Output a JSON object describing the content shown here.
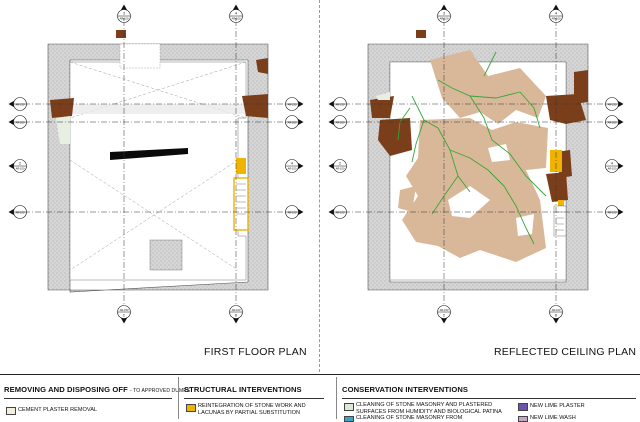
{
  "plans": [
    {
      "title": "FIRST FLOOR PLAN",
      "markers": {
        "top_a_num": "3",
        "top_a_ref": "AR-100",
        "top_a_letter": "E",
        "top_b_num": "4",
        "top_b_ref": "AR-100",
        "top_b_letter": "D",
        "left_1": "AR-210",
        "left_2": "AR-200",
        "left_3_num": "2",
        "left_3_ref": "AR-100",
        "left_4": "AR-100",
        "right_1": "AR-210",
        "right_2": "AR-200",
        "right_3_num": "4",
        "right_3_ref": "AR-100",
        "right_4": "AR-100",
        "bot_a_ref": "AR-150",
        "bot_a_letter": "C",
        "bot_b_ref": "AR-100",
        "bot_b_letter": "D"
      }
    },
    {
      "title": "REFLECTED CEILING PLAN",
      "markers": {
        "top_a_num": "3",
        "top_a_ref": "AR-100",
        "top_a_letter": "E",
        "top_b_num": "4",
        "top_b_ref": "AR-100",
        "top_b_letter": "D",
        "left_1": "AR-210",
        "left_2": "AR-200",
        "left_3_num": "2",
        "left_3_ref": "AR-100",
        "left_4": "AR-100",
        "right_1": "AR-210",
        "right_2": "AR-200",
        "right_3_num": "4",
        "right_3_ref": "AR-100",
        "right_4": "AR-100",
        "bot_a_ref": "AR-150",
        "bot_a_letter": "C",
        "bot_b_ref": "AR-100",
        "bot_b_letter": "D"
      }
    }
  ],
  "legend": {
    "removing": {
      "title": "REMOVING AND DISPOSING OFF",
      "subtitle": "- TO APPROVED DUMPS",
      "items": [
        {
          "label": "CEMENT PLASTER REMOVAL",
          "color": "#f2efe0"
        }
      ]
    },
    "structural": {
      "title": "STRUCTURAL INTERVENTIONS",
      "items": [
        {
          "label": "REINTEGRATION OF STONE WORK AND LACUNAS BY PARTIAL SUBSTITUTION",
          "color": "#f0b300"
        }
      ]
    },
    "conservation": {
      "title": "CONSERVATION  INTERVENTIONS",
      "items": [
        {
          "label": "CLEANING OF STONE MASONRY AND PLASTERED SURFACES FROM HUMIDITY AND BIOLOGICAL PATINA",
          "color": "#d9ead3"
        },
        {
          "label": "CLEANING OF STONE MASONRY FROM",
          "color": "#3fa5c8"
        },
        {
          "label": "NEW LIME PLASTER",
          "color": "#6a55a8"
        },
        {
          "label": "NEW LIME WASH",
          "color": "#c9a6c9"
        }
      ]
    }
  },
  "colors": {
    "wall_fill": "#d3d3d3",
    "brown_deterioration": "#7a3f1a",
    "tan_deterioration": "#d9b89a",
    "crack_lines": "#39a53a",
    "steel_beam": "#0a0a0a",
    "yellow_intervention": "#f0b300"
  }
}
